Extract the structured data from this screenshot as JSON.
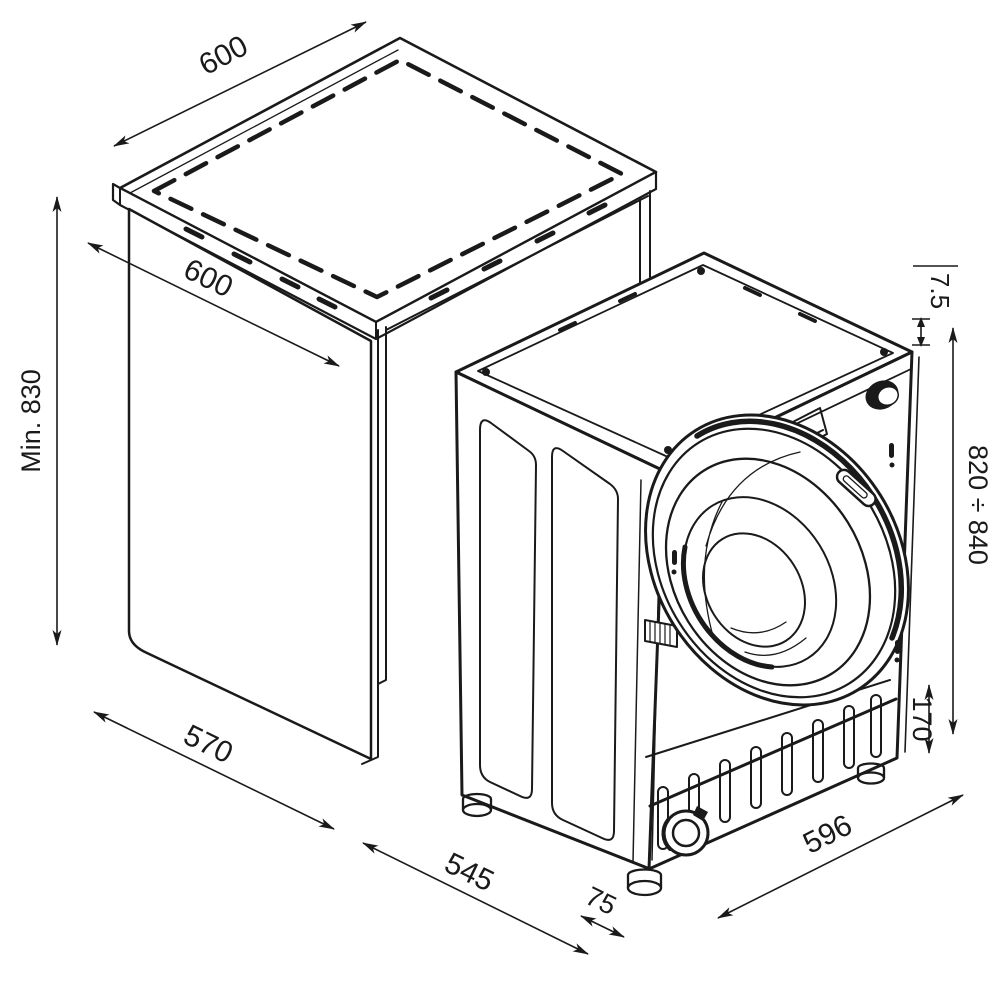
{
  "colors": {
    "background": "#ffffff",
    "line": "#1a1a1a"
  },
  "dimensions": {
    "cabinet_top_depth": {
      "label": "600"
    },
    "cabinet_side_depth": {
      "label": "600"
    },
    "niche_height": {
      "label": "Min. 830"
    },
    "cabinet_base_depth": {
      "label": "570"
    },
    "machine_depth": {
      "label": "545"
    },
    "door_projection": {
      "label": "75"
    },
    "machine_width": {
      "label": "596"
    },
    "top_clearance": {
      "label": "7.5"
    },
    "machine_height": {
      "label": "820 ÷ 840"
    },
    "plinth_recess_height": {
      "label": "170"
    }
  }
}
